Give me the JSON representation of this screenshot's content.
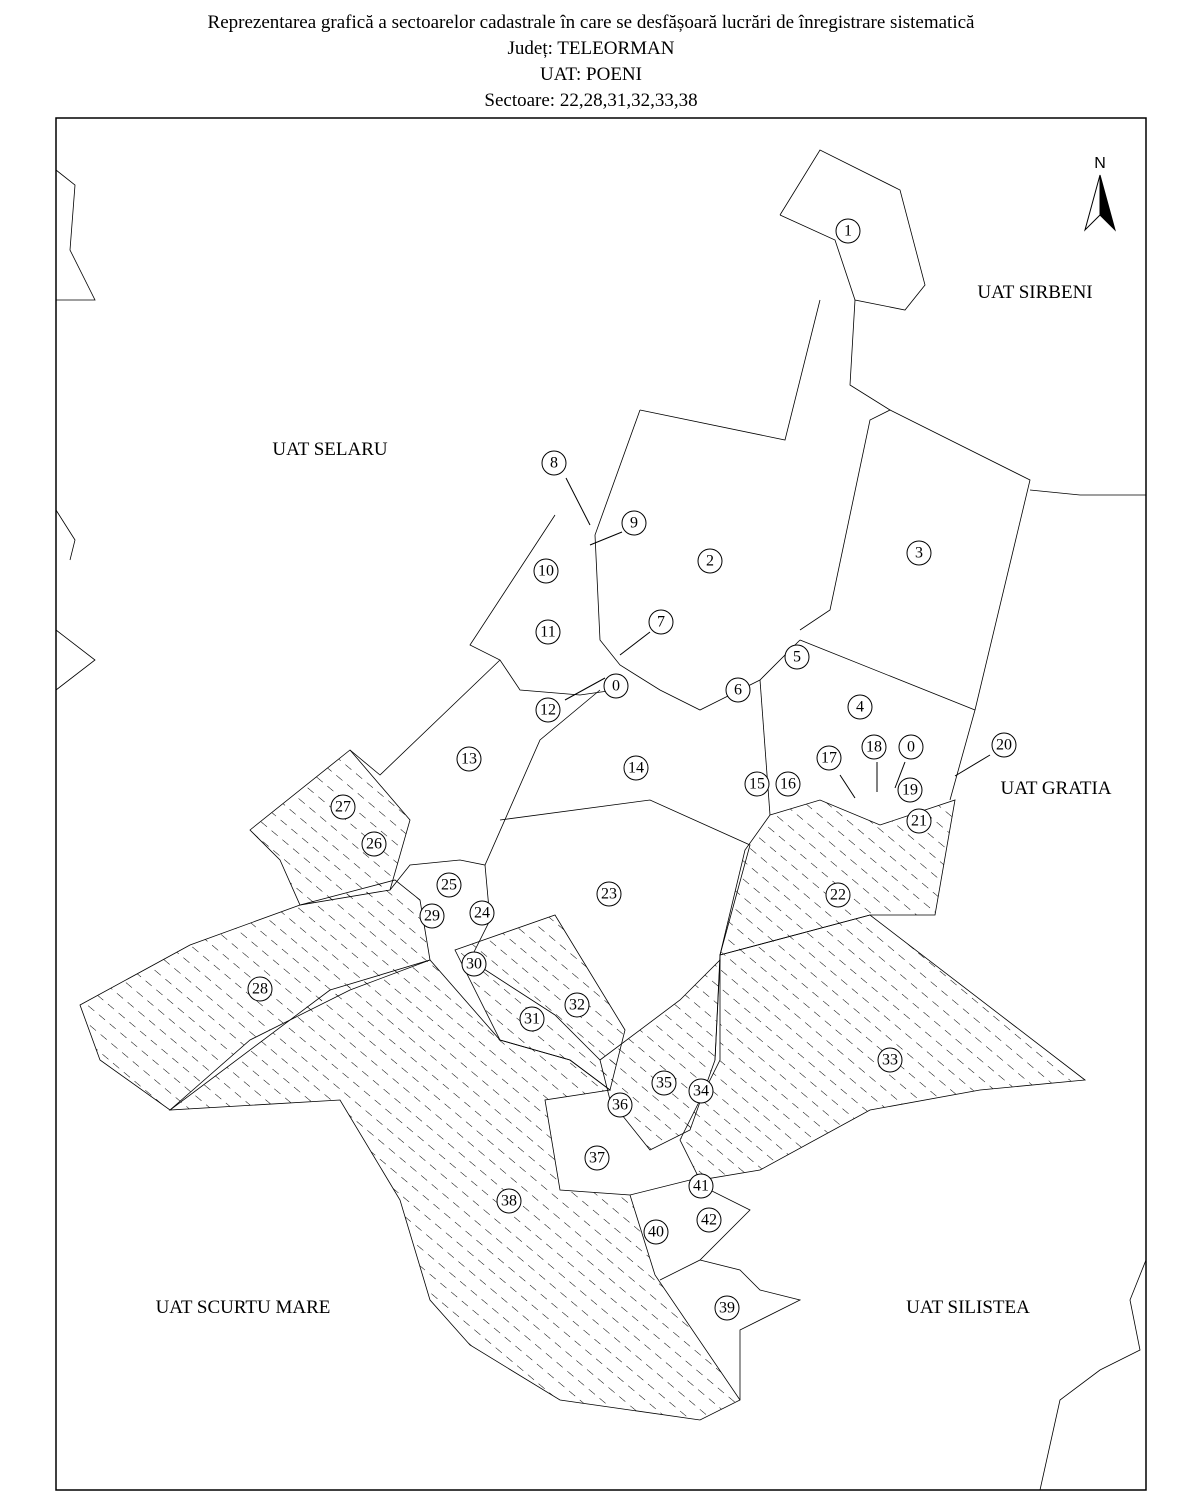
{
  "header": {
    "title": "Reprezentarea grafică a sectoarelor cadastrale în care se desfășoară lucrări de înregistrare sistematică",
    "county": "Județ: TELEORMAN",
    "uat": "UAT: POENI",
    "sectors": "Sectoare: 22,28,31,32,33,38"
  },
  "map": {
    "north_label": "N",
    "neighbors": [
      "UAT SIRBENI",
      "UAT SELARU",
      "UAT GRATIA",
      "UAT SCURTU MARE",
      "UAT SILISTEA"
    ],
    "sector_labels": [
      "1",
      "2",
      "3",
      "4",
      "5",
      "6",
      "7",
      "8",
      "9",
      "10",
      "11",
      "12",
      "0",
      "13",
      "14",
      "15",
      "16",
      "17",
      "18",
      "0",
      "19",
      "20",
      "21",
      "22",
      "23",
      "24",
      "25",
      "26",
      "27",
      "28",
      "29",
      "30",
      "31",
      "32",
      "33",
      "34",
      "35",
      "36",
      "37",
      "38",
      "39",
      "40",
      "41",
      "42"
    ],
    "highlighted_sectors": [
      "22",
      "28",
      "31",
      "32",
      "33",
      "38"
    ]
  }
}
